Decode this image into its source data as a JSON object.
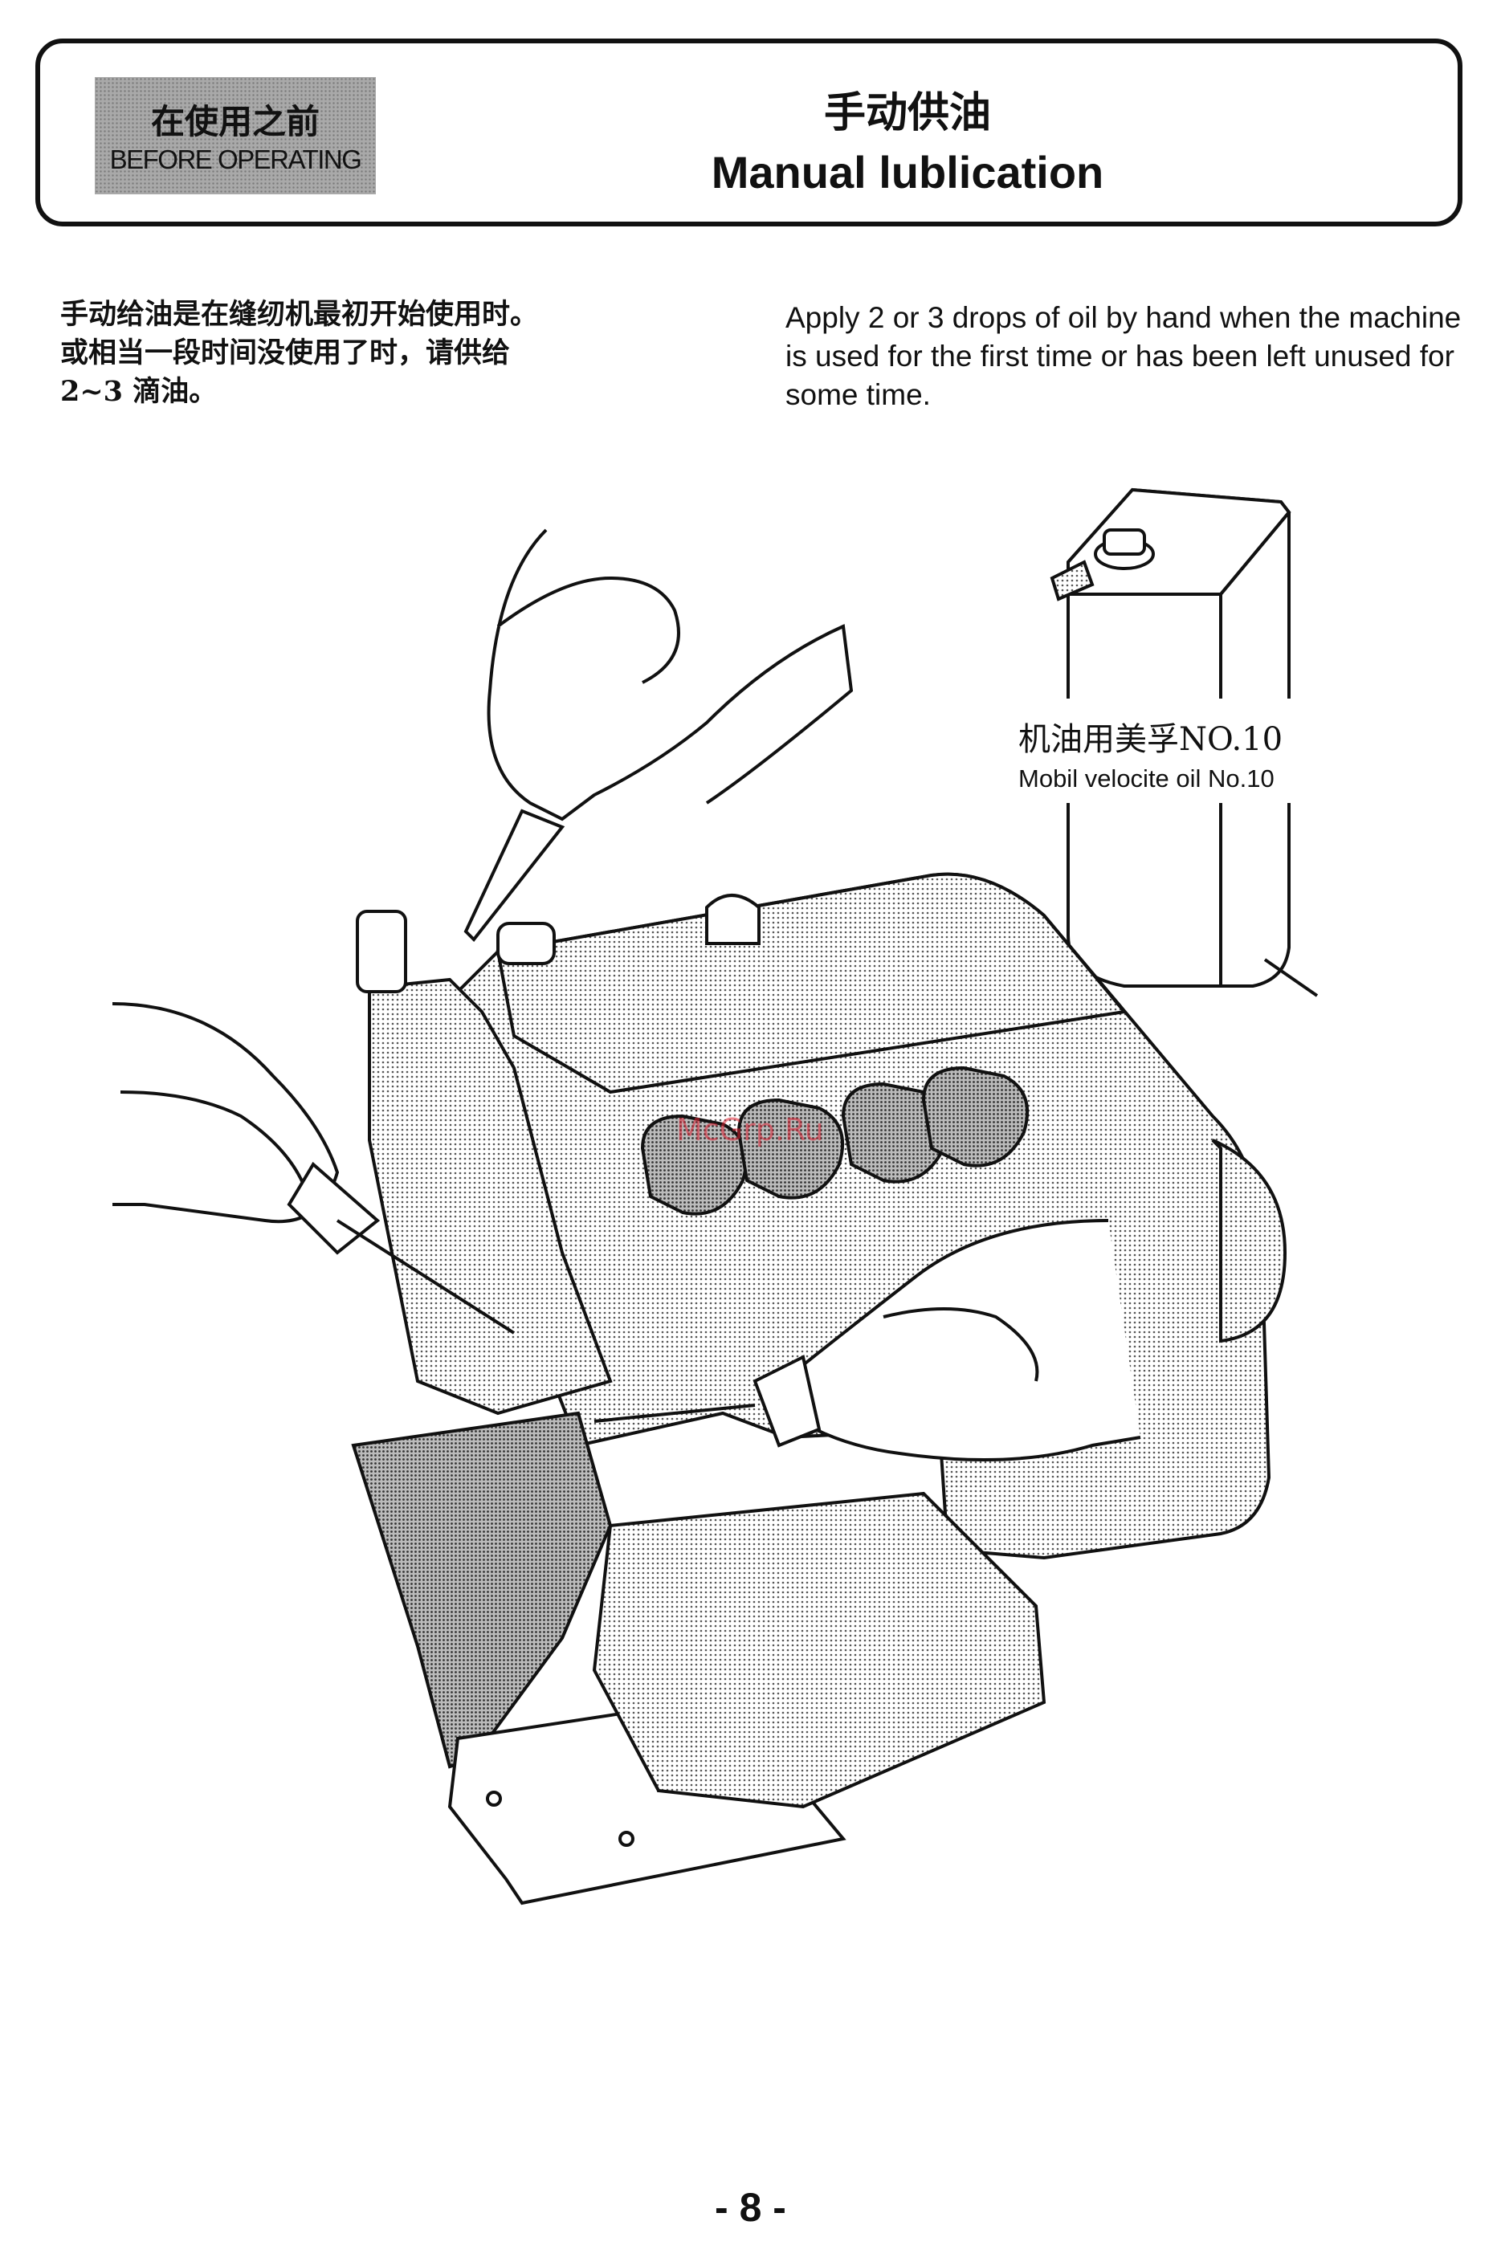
{
  "header": {
    "section_cn": "在使用之前",
    "section_en": "BEFORE OPERATING",
    "title_cn": "手动供油",
    "title_en": "Manual lublication"
  },
  "intro": {
    "cn_lines": [
      "手动给油是在缝纫机最初开始使用时。",
      "或相当一段时间没使用了时，请供给",
      "2~3 滴油。"
    ],
    "en": "Apply 2 or 3 drops of oil by hand when the machine is used for the first time or has been left unused for some time."
  },
  "illustration": {
    "oil_can_label_cn": "机油用美孚NO.10",
    "oil_can_label_en": "Mobil velocite oil No.10",
    "watermark": "McGrp.Ru"
  },
  "footer": {
    "page_number": "- 8 -"
  }
}
